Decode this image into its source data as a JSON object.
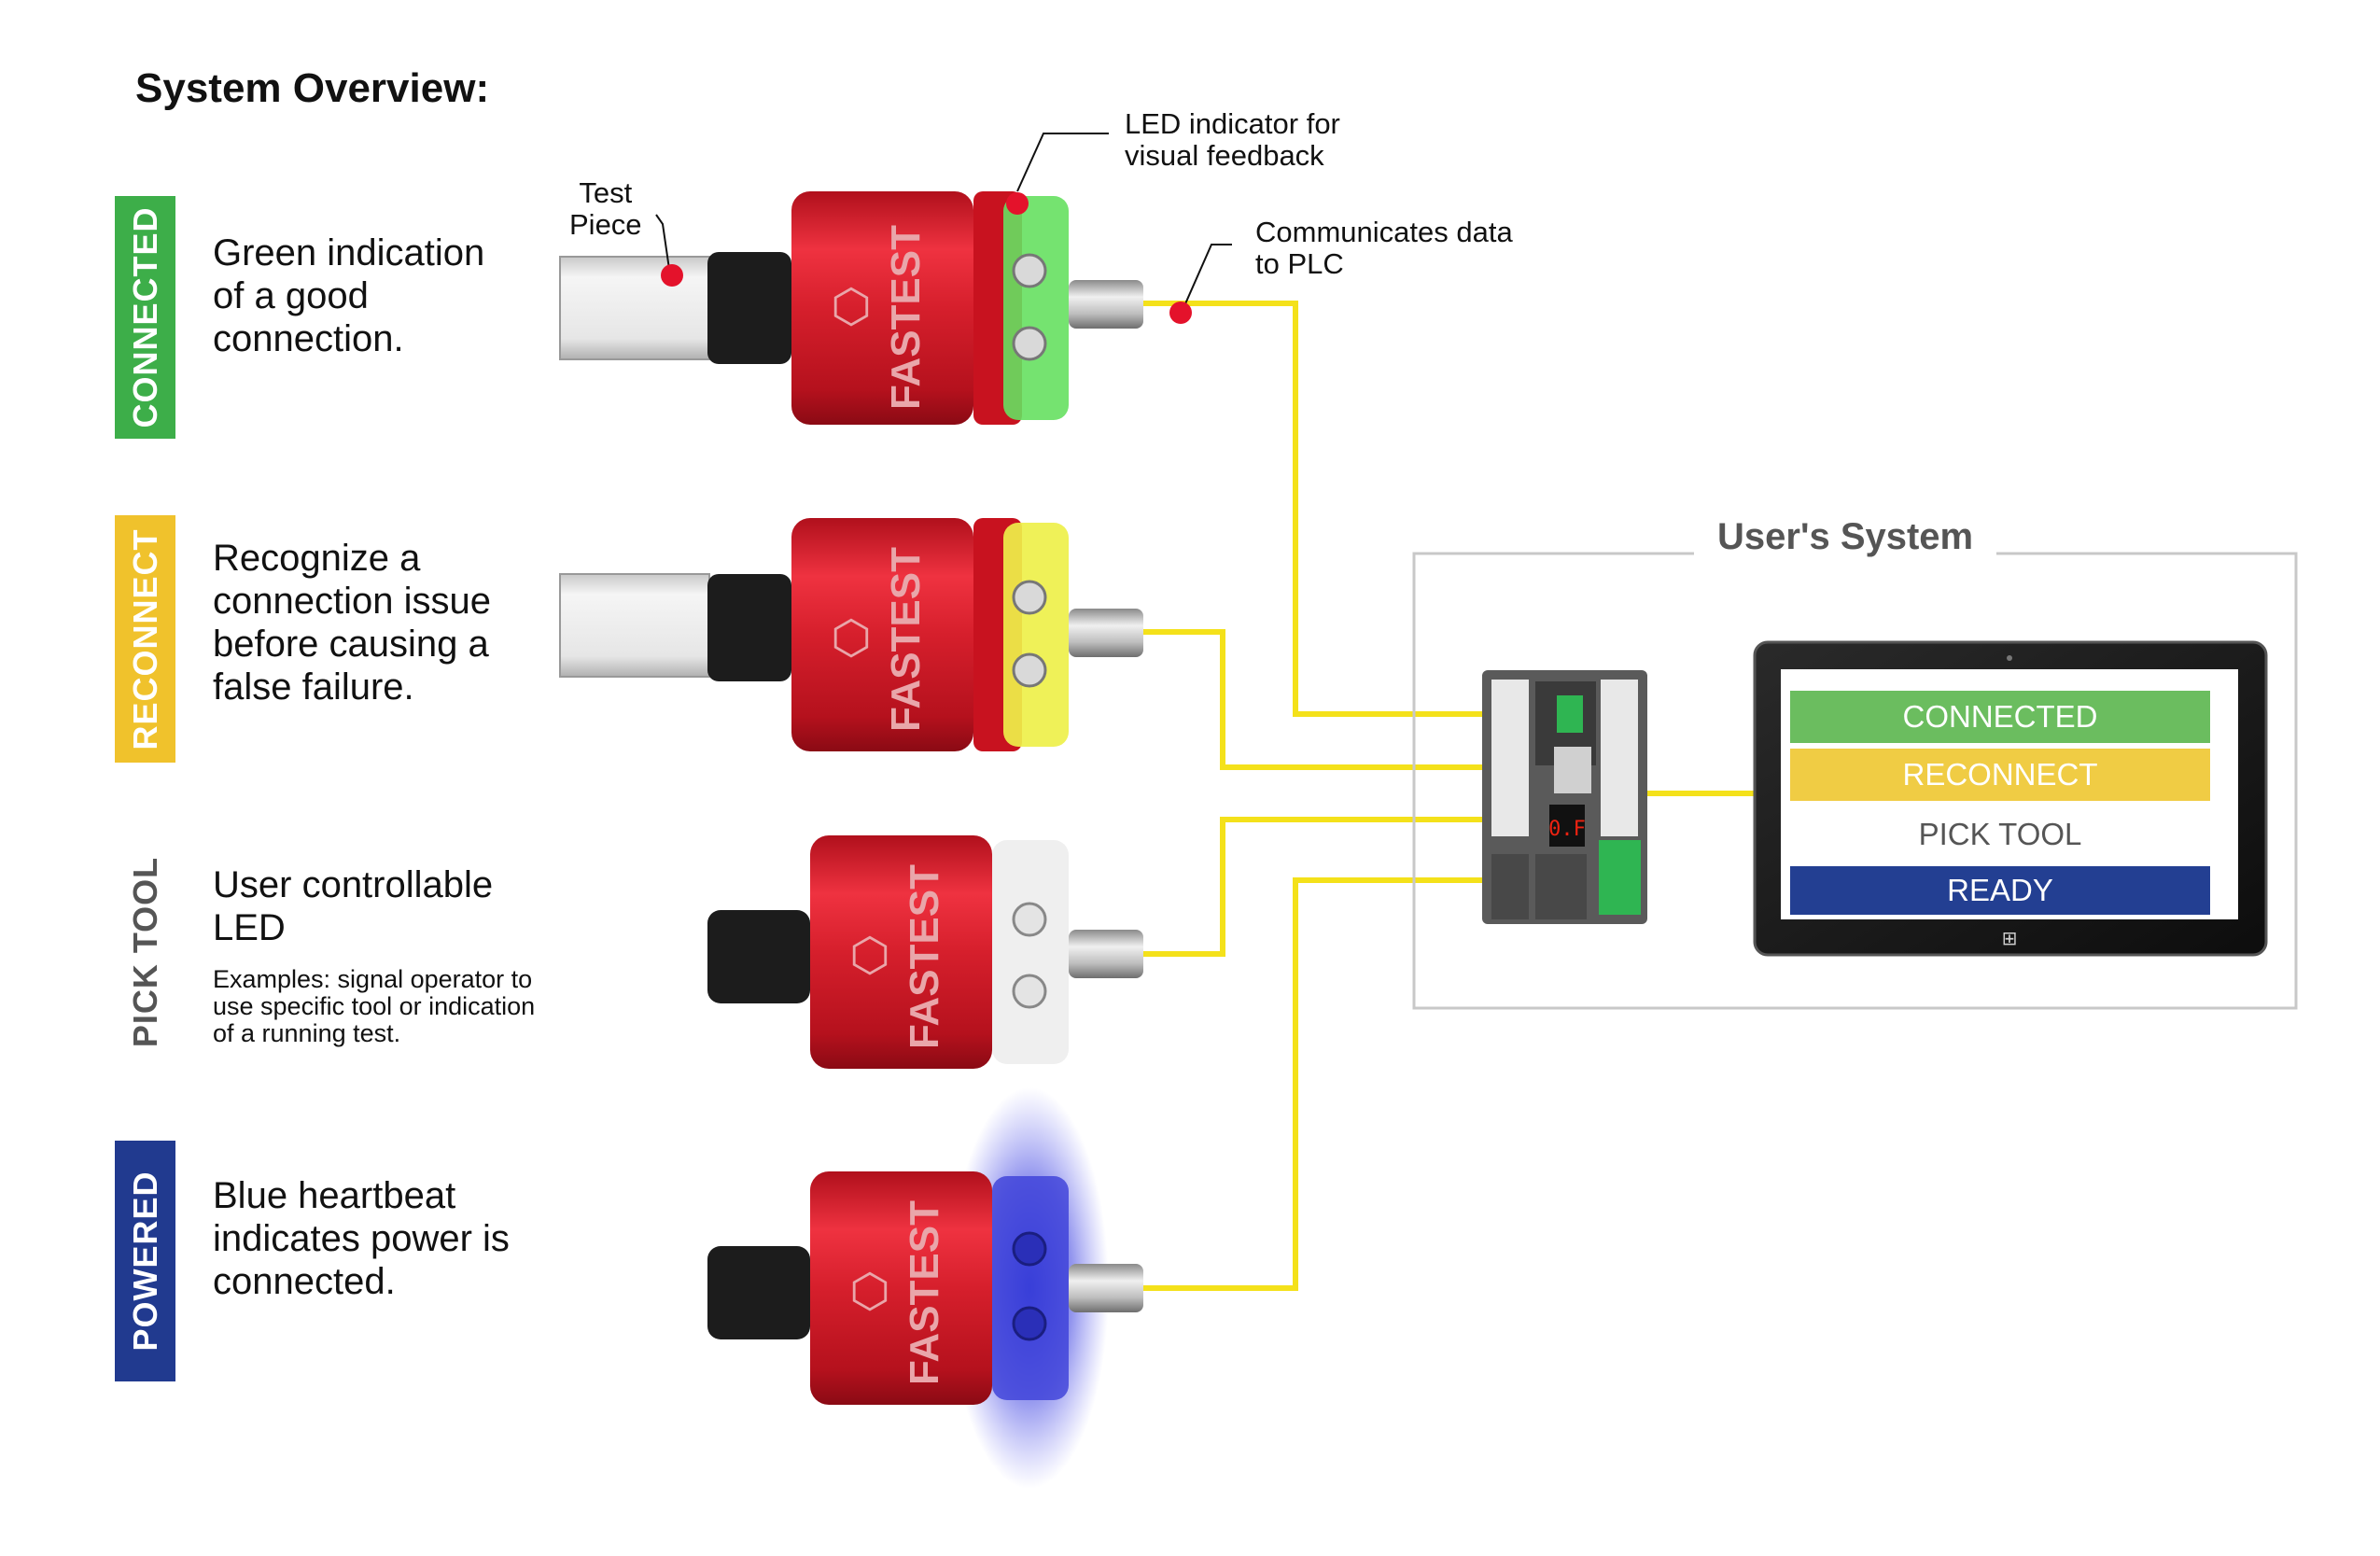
{
  "title": "System Overview:",
  "colors": {
    "connected": "#3dae49",
    "reconnect": "#f0c22c",
    "pick_tool": "#ffffff",
    "powered": "#213a8f",
    "wire": "#f4e11a",
    "body_red": "#d81c2a"
  },
  "states": [
    {
      "badge": "CONNECTED",
      "desc": [
        "Green indication",
        "of a good",
        "connection."
      ],
      "led": "green"
    },
    {
      "badge": "RECONNECT",
      "desc": [
        "Recognize a",
        "connection issue",
        "before causing a",
        "false failure."
      ],
      "led": "yellow"
    },
    {
      "badge": "PICK TOOL",
      "desc": [
        "User controllable",
        "LED"
      ],
      "desc_small": [
        "Examples: signal operator to",
        "use specific tool or indication",
        "of a running test."
      ],
      "led": "clear"
    },
    {
      "badge": "POWERED",
      "desc": [
        "Blue heartbeat",
        "indicates power is",
        "connected."
      ],
      "led": "blue"
    }
  ],
  "annotations": {
    "test_piece": "Test\nPiece",
    "led_indicator": "LED indicator for\nvisual feedback",
    "communicates": "Communicates data\nto PLC"
  },
  "device_brand": "FASTEST",
  "user_system": {
    "title": "User's System",
    "screen_rows": [
      {
        "label": "CONNECTED",
        "color": "#6bbd5f"
      },
      {
        "label": "RECONNECT",
        "color": "#f0cc44"
      },
      {
        "label": "PICK TOOL",
        "color": "#ffffff"
      },
      {
        "label": "READY",
        "color": "#233f92"
      }
    ]
  }
}
